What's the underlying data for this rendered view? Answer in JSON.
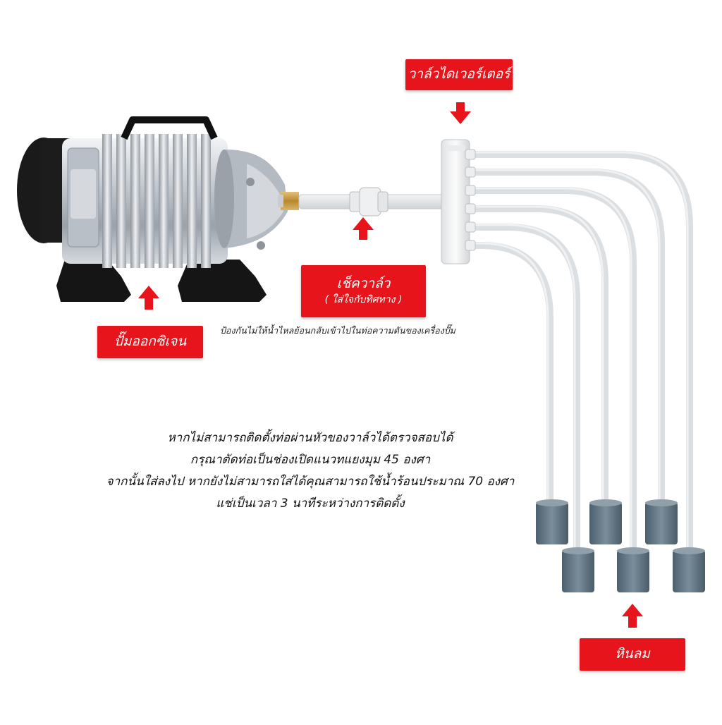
{
  "labels": {
    "divider_valve": "วาล์วไดเวอร์เตอร์",
    "check_valve": "เช็ควาล์ว",
    "check_valve_sub": "( ใส่ใจกับทิศทาง )",
    "oxygen_pump": "ปั๊มออกซิเจน",
    "air_stone": "หินลม"
  },
  "note": "ป้องกันไม่ให้น้ำไหลย้อนกลับเข้าไปในท่อความดันของเครื่องปั๊ม",
  "instructions": [
    "หากไม่สามารถติดตั้งท่อผ่านหัวของวาล์วได้ตรวจสอบได้",
    "กรุณาตัดท่อเป็นช่องเปิดแนวทแยงมุม 45 องศา",
    "จากนั้นใส่ลงไป หากยังไม่สามารถใส่ได้คุณสามารถใช้น้ำร้อนประมาณ 70 องศา",
    "แช่เป็นเวลา 3 นาทีระหว่างการติดตั้ง"
  ],
  "colors": {
    "label_red": "#e8141b",
    "arrow_red": "#e8141b",
    "tube": "#dcdfe2",
    "stone": "#5f7483"
  },
  "icons": [
    "pump-image",
    "arrow-up-icon",
    "arrow-down-icon",
    "air-stone-icon"
  ]
}
